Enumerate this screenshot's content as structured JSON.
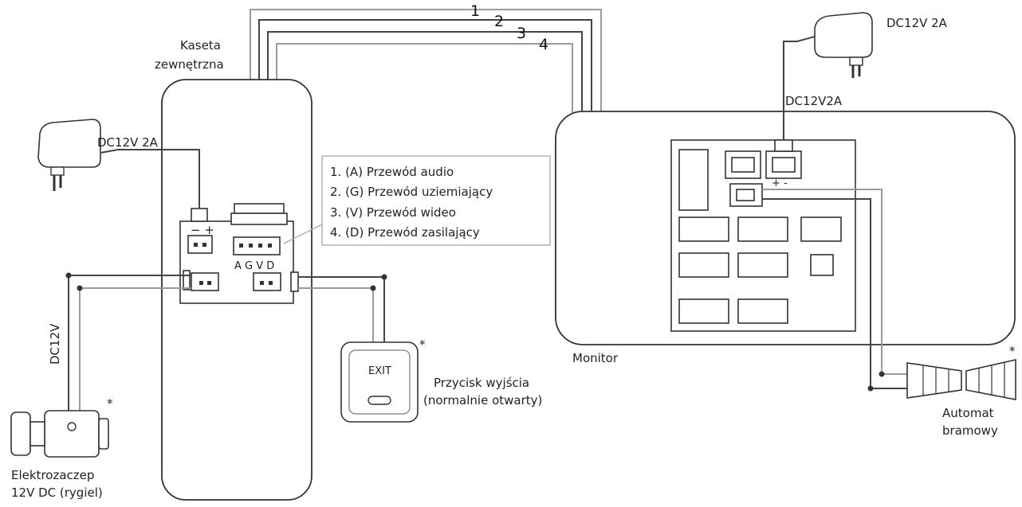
{
  "title": "",
  "labels": {
    "outdoor_unit": [
      "Kaseta",
      "zewnętrzna"
    ],
    "dc_outdoor": "DC12V 2A",
    "dc_monitor_adapter": "DC12V 2A",
    "dc_monitor": "DC12V2A",
    "dc_lock": "DC12V",
    "monitor": "Monitor",
    "lock": [
      "Elektrozaczep",
      "12V DC (rygiel)"
    ],
    "exit_button": [
      "Przycisk wyjścia",
      "(normalnie otwarty)"
    ],
    "exit_text": "EXIT",
    "gate": [
      "Automat",
      "bramowy"
    ],
    "terminal_letters": "A G V D",
    "plus_minus": "+ -",
    "minus_plus": "−  +",
    "asterisk": "*"
  },
  "wires": {
    "numbers": [
      "1",
      "2",
      "3",
      "4"
    ],
    "legend": [
      "1. (A) Przewód audio",
      "2. (G) Przewód uziemiający",
      "3. (V) Przewód wideo",
      "4. (D) Przewód zasilający"
    ]
  },
  "colors": {
    "wire_dark": "#444444",
    "wire_light": "#9a9a9a",
    "outline": "#333333"
  }
}
